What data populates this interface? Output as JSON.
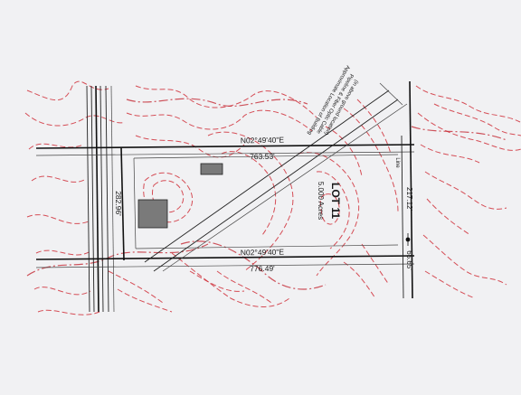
{
  "plat": {
    "lot_name": "LOT 11",
    "lot_area": "5.000 Acres",
    "bearing_north": "N02°49'40\"E",
    "distance_north": "763.53'",
    "bearing_south": "N02°49'40\"E",
    "distance_south": "776.49'",
    "distance_west": "282.96'",
    "distance_east": "217.12'",
    "distance_east_lower": "65.65'",
    "drive_note_line1": "Approximate Location of Building",
    "drive_note_line2": "Pipeline & Fiber Optic Cable",
    "drive_note_line3": "(in above ground location)",
    "east_note": "Line",
    "colors": {
      "paper": "#f1f1f3",
      "contour": "#d0303a",
      "linework": "#111111",
      "building": "#777777"
    }
  }
}
